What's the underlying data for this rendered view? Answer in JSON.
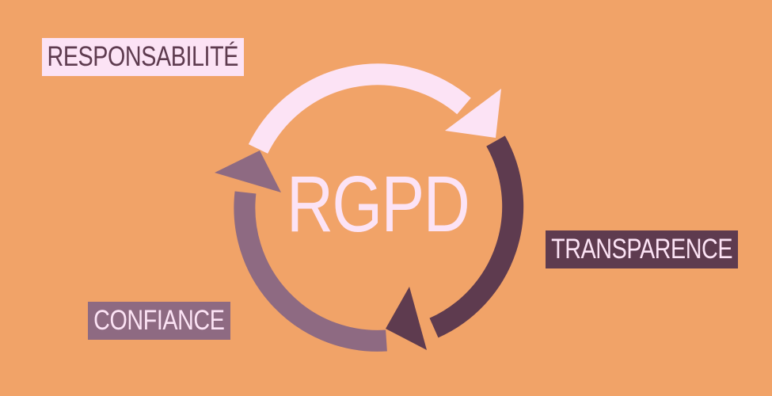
{
  "title": "RGPD",
  "labels": {
    "responsabilite": "RESPONSABILITÉ",
    "transparence": "TRANSPARENCE",
    "confiance": "CONFIANCE"
  },
  "colors": {
    "background": "#F1A368",
    "light": "#FCE3F5",
    "dark": "#5E3B4F",
    "mid": "#8E6A82"
  }
}
